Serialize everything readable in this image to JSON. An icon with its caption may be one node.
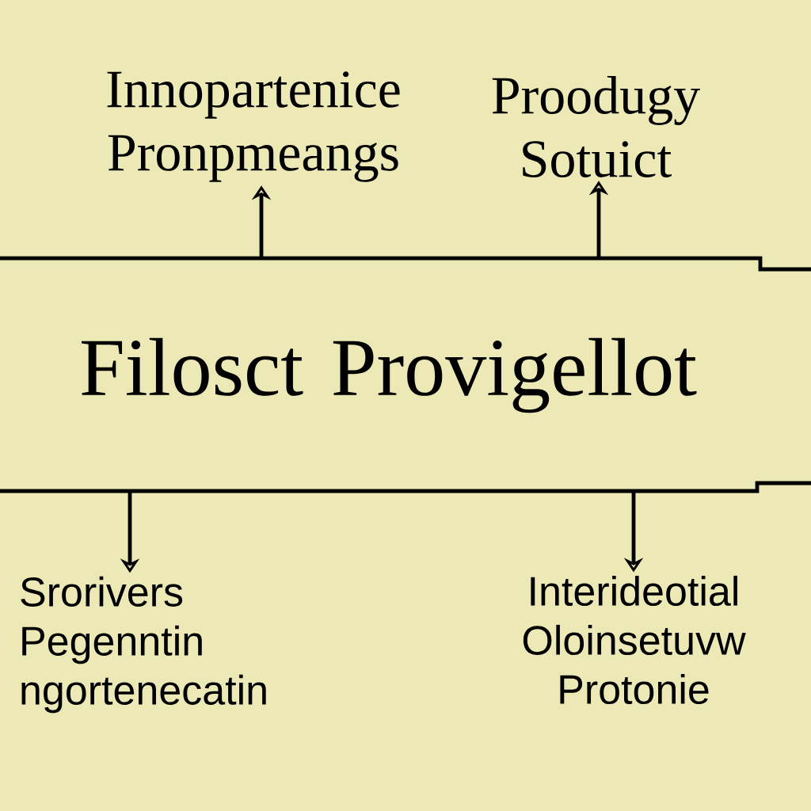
{
  "diagram": {
    "nodes": [
      {
        "text": [
          "Innopartenice Pronpmeangs"
        ]
      },
      {
        "text": [
          "Proodugy Sotuict"
        ]
      },
      {
        "text": [
          "Filosct Provigellot"
        ]
      },
      {
        "text": [
          "Srorivers Pegenntin ngortenecatin"
        ]
      },
      {
        "text": [
          "Interideotial Oloinsetuvw Protonie"
        ]
      }
    ],
    "edges": [
      {
        "from": 2,
        "to": 0,
        "arrow": "to"
      },
      {
        "from": 2,
        "to": 1,
        "arrow": "to"
      },
      {
        "from": 2,
        "to": 3,
        "arrow": "to"
      },
      {
        "from": 2,
        "to": 4,
        "arrow": "to"
      }
    ]
  }
}
